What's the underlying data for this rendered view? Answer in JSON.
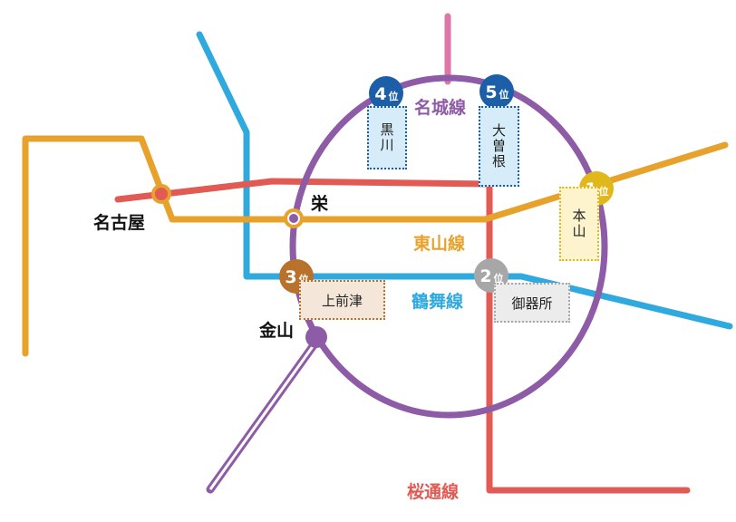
{
  "colors": {
    "meijo": "#8e5ba7",
    "higashiyama": "#e7a22b",
    "tsurumai": "#2fa9de",
    "sakuradori": "#e25a54",
    "meiko_pink": "#de76a7",
    "rank1": "#e0b81c",
    "rank2": "#a7a7a7",
    "rank3": "#b8722c",
    "rank45": "#1c5ea8"
  },
  "lines": {
    "meijo": "名城線",
    "higashiyama": "東山線",
    "tsurumai": "鶴舞線",
    "sakuradori": "桜通線"
  },
  "stations": {
    "nagoya": "名古屋",
    "sakae": "栄",
    "kanayama": "金山"
  },
  "ranks": [
    {
      "badge_num": "1",
      "badge_suffix": "位",
      "station": "本山"
    },
    {
      "badge_num": "2",
      "badge_suffix": "位",
      "station": "御器所"
    },
    {
      "badge_num": "3",
      "badge_suffix": "位",
      "station": "上前津"
    },
    {
      "badge_num": "4",
      "badge_suffix": "位",
      "station": "黒川"
    },
    {
      "badge_num": "5",
      "badge_suffix": "位",
      "station": "大曽根"
    }
  ]
}
